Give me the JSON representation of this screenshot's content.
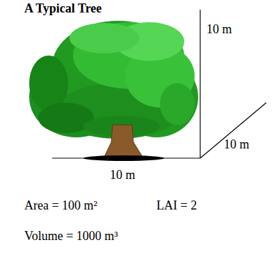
{
  "diagram": {
    "title": "A Typical Tree",
    "labels": [
      "10 m",
      "10 m",
      "10 m",
      "Area = 100 m²",
      "LAI = 2",
      "Volume = 1000 m³"
    ]
  }
}
